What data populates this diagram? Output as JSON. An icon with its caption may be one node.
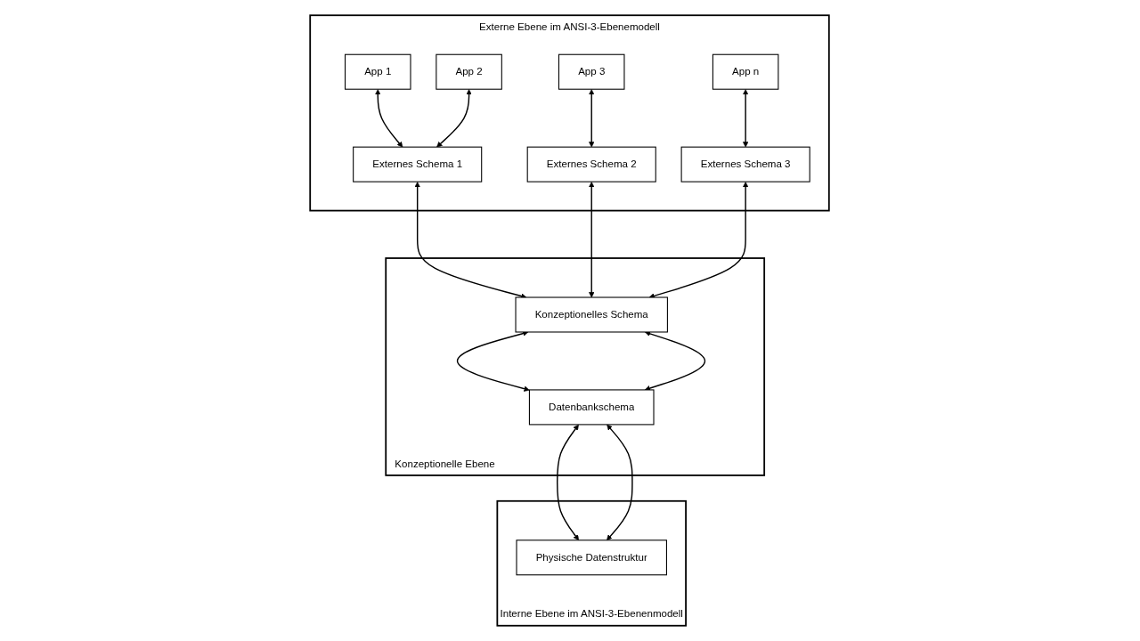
{
  "diagram": {
    "nodes": [
      {
        "text": [
          "Externe Ebene im ANSI-3-Ebenemodell"
        ]
      },
      {
        "text": [
          "App 1"
        ],
        "in": 0
      },
      {
        "text": [
          "App 2"
        ],
        "in": 0
      },
      {
        "text": [
          "App 3"
        ],
        "in": 0
      },
      {
        "text": [
          "App n"
        ],
        "in": 0
      },
      {
        "text": [
          "Externes Schema 1"
        ],
        "in": 0
      },
      {
        "text": [
          "Externes Schema 2"
        ],
        "in": 0
      },
      {
        "text": [
          "Externes Schema 3"
        ],
        "in": 0
      },
      {
        "text": [
          "Konzeptionelle Ebene"
        ]
      },
      {
        "text": [
          "Konzeptionelles Schema"
        ],
        "in": 8
      },
      {
        "text": [
          "Datenbankschema"
        ],
        "in": 8
      },
      {
        "text": [
          "Interne Ebene im ANSI-3-Ebenenmodell"
        ]
      },
      {
        "text": [
          "Physische Datenstruktur"
        ],
        "in": 11
      }
    ],
    "edges": [
      {
        "from": 1,
        "to": 5,
        "arrow": "both"
      },
      {
        "from": 2,
        "to": 5,
        "arrow": "both"
      },
      {
        "from": 3,
        "to": 6,
        "arrow": "both"
      },
      {
        "from": 4,
        "to": 7,
        "arrow": "both"
      },
      {
        "from": 5,
        "to": 9,
        "arrow": "both"
      },
      {
        "from": 6,
        "to": 9,
        "arrow": "both"
      },
      {
        "from": 7,
        "to": 9,
        "arrow": "both"
      },
      {
        "from": 9,
        "to": 10,
        "arrow": "both"
      },
      {
        "from": 9,
        "to": 10,
        "arrow": "both"
      },
      {
        "from": 10,
        "to": 12,
        "arrow": "both"
      },
      {
        "from": 10,
        "to": 12,
        "arrow": "both"
      }
    ]
  }
}
